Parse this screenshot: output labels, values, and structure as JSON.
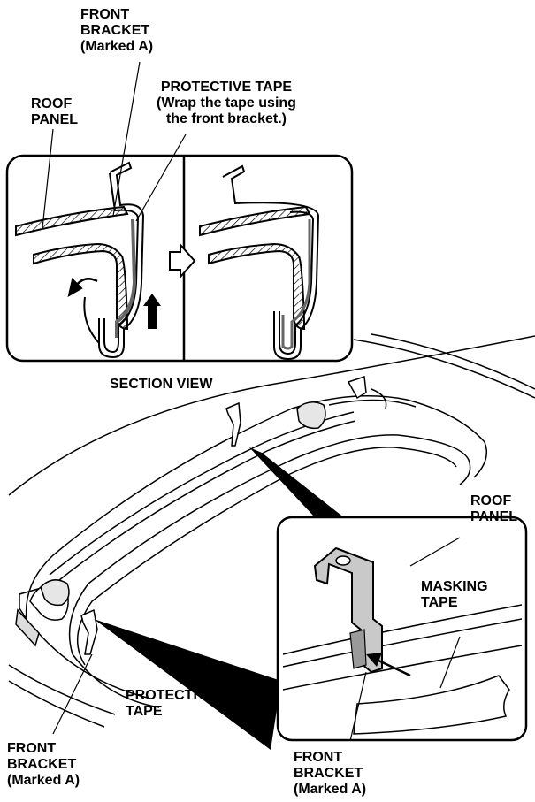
{
  "labels": {
    "front_bracket_top": [
      "FRONT",
      "BRACKET",
      "(Marked A)"
    ],
    "roof_panel_top": [
      "ROOF",
      "PANEL"
    ],
    "protective_tape_top": [
      "PROTECTIVE TAPE",
      "(Wrap the tape using",
      "the front bracket.)"
    ],
    "section_view": "SECTION VIEW",
    "roof_panel_right": [
      "ROOF",
      "PANEL"
    ],
    "masking_tape": [
      "MASKING",
      "TAPE"
    ],
    "protective_tape_bottom": [
      "PROTECTIVE",
      "TAPE"
    ],
    "front_bracket_bottom_left": [
      "FRONT",
      "BRACKET",
      "(Marked A)"
    ],
    "front_bracket_bottom_center": [
      "FRONT",
      "BRACKET",
      "(Marked A)"
    ]
  },
  "colors": {
    "line": "#000000",
    "background": "#ffffff",
    "bracket_fill": "#c9c9c9",
    "tape_fill": "#9a9a9a"
  }
}
